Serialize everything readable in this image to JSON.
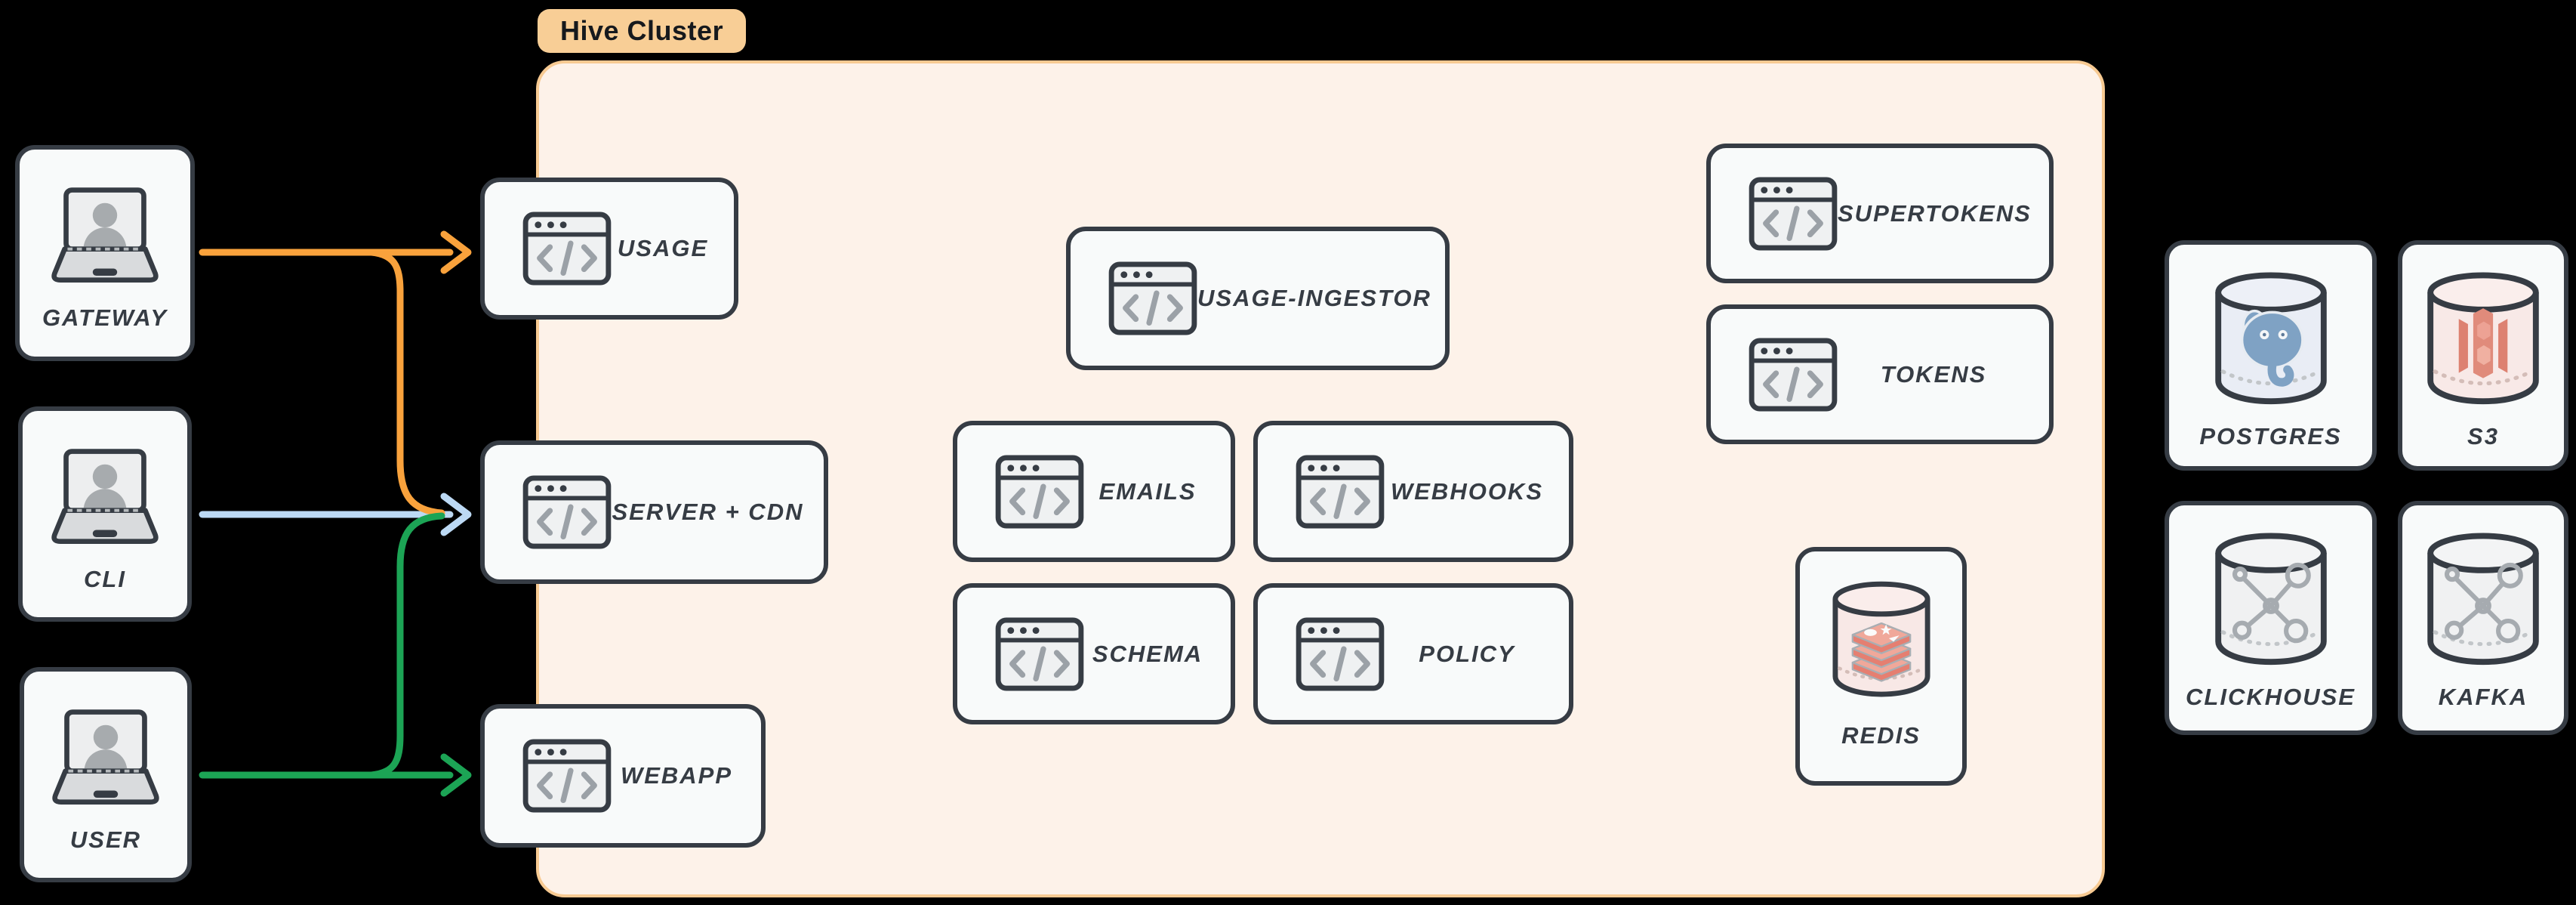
{
  "cluster": {
    "label": "Hive Cluster"
  },
  "actors": [
    {
      "label": "GATEWAY"
    },
    {
      "label": "CLI"
    },
    {
      "label": "USER"
    }
  ],
  "services": [
    {
      "label": "USAGE"
    },
    {
      "label": "SERVER + CDN"
    },
    {
      "label": "WEBAPP"
    },
    {
      "label": "USAGE-INGESTOR"
    },
    {
      "label": "EMAILS"
    },
    {
      "label": "WEBHOOKS"
    },
    {
      "label": "SCHEMA"
    },
    {
      "label": "POLICY"
    },
    {
      "label": "SUPERTOKENS"
    },
    {
      "label": "TOKENS"
    }
  ],
  "datastores": [
    {
      "label": "REDIS"
    },
    {
      "label": "POSTGRES"
    },
    {
      "label": "S3"
    },
    {
      "label": "CLICKHOUSE"
    },
    {
      "label": "KAFKA"
    }
  ],
  "connections": [
    {
      "from": "GATEWAY",
      "to": "USAGE",
      "color": "orange"
    },
    {
      "from": "GATEWAY",
      "to": "SERVER + CDN",
      "color": "orange"
    },
    {
      "from": "CLI",
      "to": "SERVER + CDN",
      "color": "blue"
    },
    {
      "from": "USER",
      "to": "WEBAPP",
      "color": "green"
    },
    {
      "from": "USER",
      "to": "SERVER + CDN",
      "color": "green"
    }
  ],
  "colors": {
    "background": "#000000",
    "node_border": "#363C44",
    "node_fill": "#F8FAFA",
    "label_text": "#363C44",
    "cluster_fill": "#FDF2E9",
    "cluster_border": "#F7CA92",
    "badge_fill": "#F8CE96",
    "badge_text": "#16191D",
    "arrows": {
      "orange": "#F9A23C",
      "blue": "#BCD9F4",
      "green": "#1CA455"
    }
  }
}
